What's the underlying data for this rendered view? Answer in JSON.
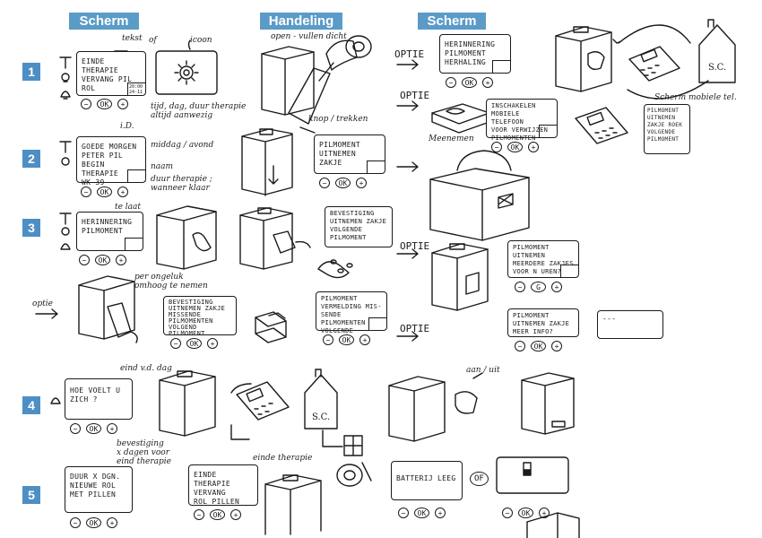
{
  "headers": {
    "scherm1": "Scherm",
    "handeling": "Handeling",
    "scherm2": "Scherm"
  },
  "rows": [
    "1",
    "2",
    "3",
    "4",
    "5"
  ],
  "screens": {
    "s1": "EINDE THERAPIE\nVERVANG PIL\nROL",
    "s1_time": "20:00\n24-11",
    "s2": "GOEDE MORGEN\nPETER PIL\nBEGIN THERAPIE\nWK 39",
    "s3": "HERINNERING\nPILMOMENT",
    "s4": "BEVESTIGING\nUITNEMEN ZAKJE\nMISSENDE\nPILMOMENTEN\nVOLGEND\nPILMOMENT",
    "s5": "HOE VOELT U\nZICH ?",
    "s6": "DUUR X DGN.\nNIEUWE ROL\nMET PILLEN",
    "h1": "PILMOMENT\nUITNEMEN\nZAKJE",
    "h2": "BEVESTIGING\nUITNEMEN ZAKJE\nVOLGENDE\nPILMOMENT",
    "h3": "PILMOMENT\nVERMELDING MIS-\nSENDE PILMOMENTEN\nVOLGENDE",
    "h4": "EINDE THERAPIE\nVERVANG\nROL PILLEN",
    "r1": "HERINNERING\nPILMOMENT\nHERHALING",
    "r2": "INSCHAKELEN\nMOBIELE TELEFOON\nVOOR VERWIJZEN\nPILMOMENTEN",
    "r3": "PILMOMENT\nUITNEMEN\nMEERDERE ZAKJES\nVOOR N UREN?",
    "r4": "PILMOMENT\nUITNEMEN ZAKJE\nMEER INFO?",
    "r5": "---",
    "r6": "BATTERIJ LEEG",
    "phone": "PILMOMENT\nUITNEMEN\nZAKJE ROEK\nVOLGENDE\nPILMOMENT"
  },
  "buttons": {
    "minus": "−",
    "ok": "OK",
    "plus": "+",
    "g": "G"
  },
  "notes": {
    "tekst": "tekst",
    "of": "of",
    "icoon": "icoon",
    "tijd": "tijd, dag, duur therapie\naltijd aanwezig",
    "id": "i.D.",
    "middag": "middag / avond",
    "naam": "naam",
    "duur": "duur therapie ;\nwanneer klaar",
    "telaat": "te laat",
    "perongeluk": "per ongeluk\nomhoog te nemen",
    "optie1": "optie",
    "openvullen": "open - vullen dicht",
    "knop": "knop / trekken",
    "scherm_mobiel": "Scherm mobiele tel.",
    "meenemen": "Meenemen",
    "optie_r1": "OPTIE",
    "optie_r2": "OPTIE",
    "optie_r3": "OPTIE",
    "optie_r4": "OPTIE",
    "eind_dag": "eind v.d. dag",
    "bevestiging": "bevestiging\nx dagen voor\neind therapie",
    "einde_therapie": "einde therapie",
    "aanuit": "aan / uit",
    "of2": "OF",
    "sc1": "S.C.",
    "sc2": "S.C."
  }
}
